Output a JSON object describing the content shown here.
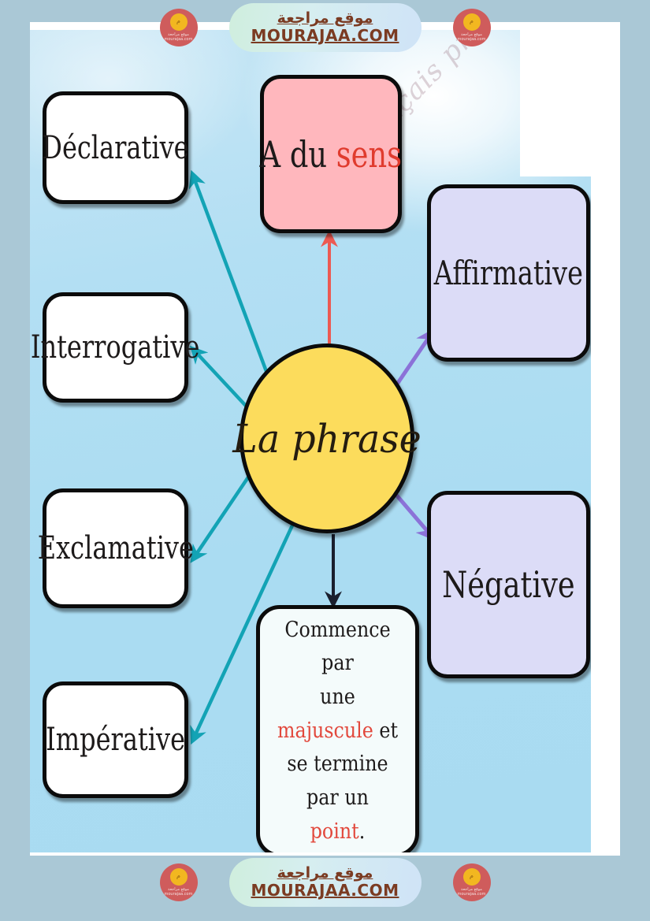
{
  "watermark": {
    "arabic": "موقع مراجعة",
    "domain": "MOURAJAA.COM",
    "badge_sub": "موقع مراجعة\nmourajaa.com",
    "badge_mark": "م",
    "background_text": "français primaire"
  },
  "mindmap": {
    "center": {
      "label": "La phrase",
      "fill": "#fcdc5c",
      "border": "#0b0b0b"
    },
    "nodes": [
      {
        "id": "declarative",
        "label": "Déclarative",
        "fill": "#ffffff",
        "group": "types"
      },
      {
        "id": "interrogative",
        "label": "Interrogative",
        "fill": "#ffffff",
        "group": "types"
      },
      {
        "id": "exclamative",
        "label": "Exclamative",
        "fill": "#ffffff",
        "group": "types"
      },
      {
        "id": "imperative",
        "label": "Impérative",
        "fill": "#ffffff",
        "group": "types"
      },
      {
        "id": "affirmative",
        "label": "Affirmative",
        "fill": "#dcdcf7",
        "group": "forms"
      },
      {
        "id": "negative",
        "label": "Négative",
        "fill": "#dcdcf7",
        "group": "forms"
      }
    ],
    "sens": {
      "text_plain": "A du ",
      "text_accent": "sens",
      "fill": "#ffb7bd",
      "accent_color": "#e03b2e"
    },
    "note": {
      "line1_plain": "Commence par",
      "line2_plain_a": "une ",
      "line2_accent": "majuscule",
      "line2_plain_b": " et",
      "line3_plain": "se termine par un",
      "line4_accent": "point",
      "line4_plain": ".",
      "fill": "#f4fbfb",
      "accent_color": "#e2483c"
    },
    "arrows": {
      "teal": "#13a3b5",
      "purple": "#8b72d8",
      "red": "#ec5a52",
      "dark": "#1a1f2e"
    }
  }
}
